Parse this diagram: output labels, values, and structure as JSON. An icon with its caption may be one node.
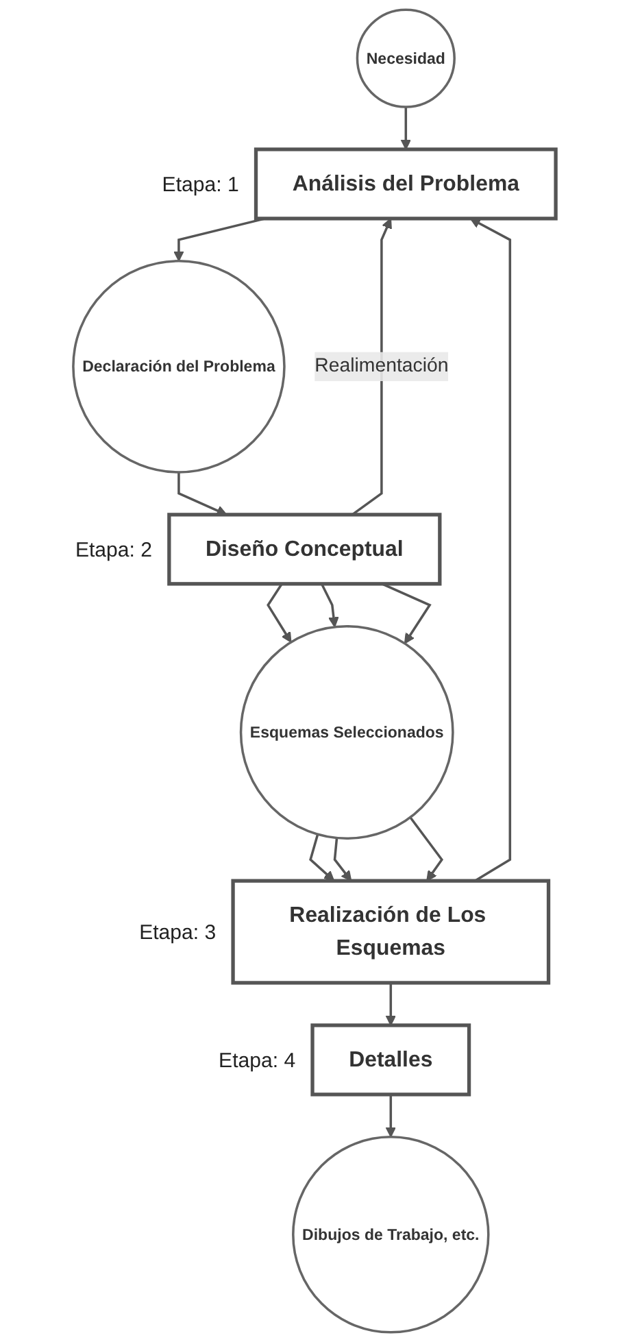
{
  "diagram": {
    "nodes": [
      {
        "text": [
          "Necesidad"
        ]
      },
      {
        "text": [
          "Análisis del Problema"
        ],
        "beside": [
          "Etapa: 1"
        ]
      },
      {
        "text": [
          "Declaración del Problema"
        ]
      },
      {
        "text": [
          "Diseño Conceptual"
        ],
        "beside": [
          "Etapa: 2"
        ]
      },
      {
        "text": [
          "Esquemas Seleccionados"
        ]
      },
      {
        "text": [
          "Realización de Los Esquemas"
        ],
        "beside": [
          "Etapa: 3"
        ]
      },
      {
        "text": [
          "Detalles"
        ],
        "beside": [
          "Etapa: 4"
        ]
      },
      {
        "text": [
          "Dibujos de Trabajo, etc."
        ]
      }
    ],
    "edges": [
      {
        "from": 0,
        "to": 1,
        "arrow": "to"
      },
      {
        "from": 1,
        "to": 2,
        "arrow": "to"
      },
      {
        "from": 2,
        "to": 3,
        "arrow": "to"
      },
      {
        "from": 3,
        "to": 4,
        "arrow": "to"
      },
      {
        "from": 3,
        "to": 4,
        "arrow": "to"
      },
      {
        "from": 3,
        "to": 4,
        "arrow": "to"
      },
      {
        "from": 4,
        "to": 5,
        "arrow": "to"
      },
      {
        "from": 4,
        "to": 5,
        "arrow": "to"
      },
      {
        "from": 4,
        "to": 5,
        "arrow": "to"
      },
      {
        "from": 5,
        "to": 6,
        "arrow": "to"
      },
      {
        "from": 6,
        "to": 7,
        "arrow": "to"
      },
      {
        "from": 3,
        "to": 1,
        "arrow": "to",
        "label": "Realimentación"
      },
      {
        "from": 5,
        "to": 1,
        "arrow": "to"
      }
    ]
  }
}
